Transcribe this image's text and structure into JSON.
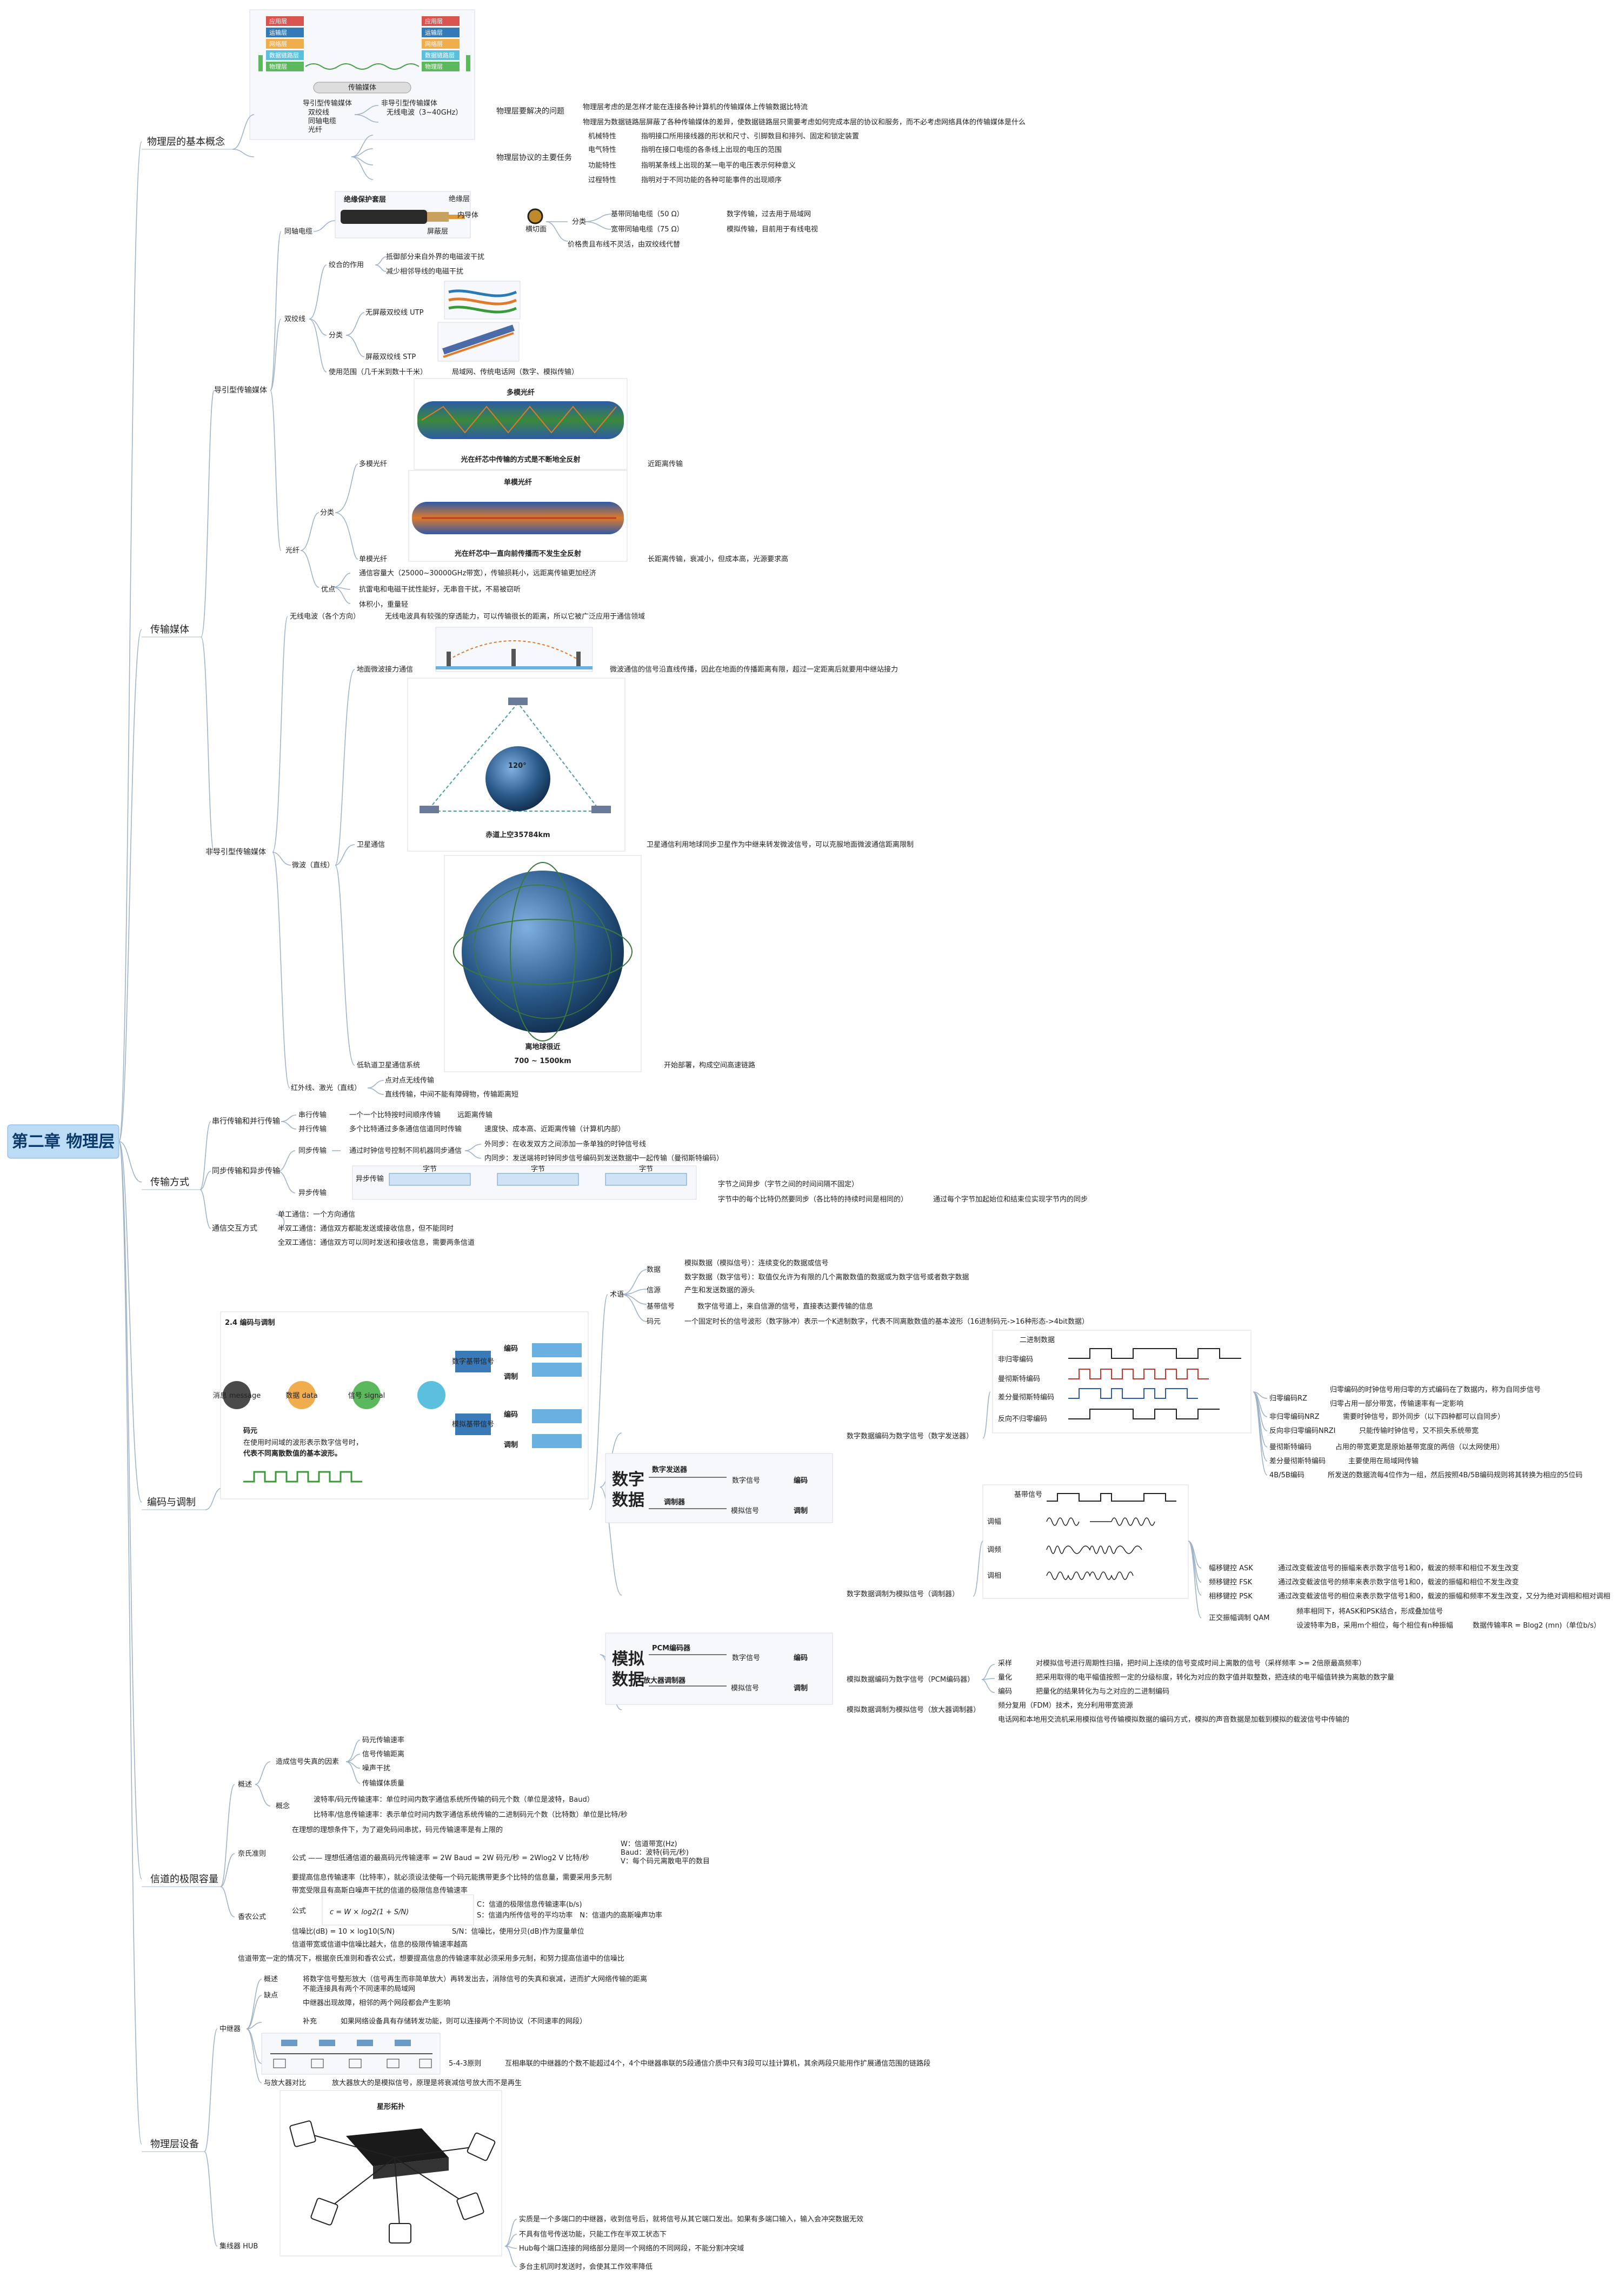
{
  "root": {
    "label": "第二章 物理层"
  },
  "branches": {
    "basic": {
      "label": "物理层的基本概念",
      "problem": {
        "label": "物理层要解决的问题",
        "items": [
          "物理层考虑的是怎样才能在连接各种计算机的传输媒体上传输数据比特流",
          "物理层为数据链路层屏蔽了各种传输媒体的差异，使数据链路层只需要考虑如何完成本层的协议和服务，而不必考虑网络具体的传输媒体是什么"
        ]
      },
      "tasks": {
        "label": "物理层协议的主要任务",
        "items": [
          {
            "k": "机械特性",
            "v": "指明接口所用接线器的形状和尺寸、引脚数目和排列、固定和锁定装置"
          },
          {
            "k": "电气特性",
            "v": "指明在接口电缆的各条线上出现的电压的范围"
          },
          {
            "k": "功能特性",
            "v": "指明某条线上出现的某一电平的电压表示何种意义"
          },
          {
            "k": "过程特性",
            "v": "指明对于不同功能的各种可能事件的出现顺序"
          }
        ]
      },
      "img": {
        "left": [
          "应用层",
          "运输层",
          "网络层",
          "数据链路层",
          "物理层"
        ],
        "right": [
          "应用层",
          "运输层",
          "网络层",
          "数据链路层",
          "物理层"
        ],
        "medium": "传输媒体",
        "legend": [
          "导引型传输媒体",
          "非导引型传输媒体",
          "双绞线",
          "同轴电缆",
          "光纤",
          "无线电波（3~40GHz）"
        ]
      }
    },
    "media": {
      "label": "传输媒体",
      "guided": {
        "label": "导引型传输媒体",
        "coax": {
          "label": "同轴电缆",
          "img_title": "绝缘保护套层",
          "img_labels": [
            "绝缘层",
            "内导体",
            "屏蔽层"
          ],
          "img_side": "横切面",
          "cls": "分类",
          "items": [
            {
              "k": "基带同轴电缆（50 Ω）",
              "v": "数字传输，过去用于局域网"
            },
            {
              "k": "宽带同轴电缆（75 Ω）",
              "v": "模拟传输，目前用于有线电视"
            }
          ],
          "note": "价格贵且布线不灵活，由双绞线代替"
        },
        "tp": {
          "label": "双绞线",
          "twist": "绞合的作用",
          "twist_items": [
            "抵御部分来自外界的电磁波干扰",
            "减少相邻导线的电磁干扰"
          ],
          "cls": "分类",
          "cls_items": [
            "无屏蔽双绞线 UTP",
            "屏蔽双绞线 STP"
          ],
          "use": "使用范围（几千米到数十千米）",
          "use_v": "局域网、传统电话网（数字、模拟传输）"
        },
        "fiber": {
          "label": "光纤",
          "cls": "分类",
          "multi": "多模光纤",
          "multi_v": "近距离传输",
          "multi_img": "多模光纤",
          "multi_cap": "光在纤芯中传输的方式是不断地全反射",
          "single": "单模光纤",
          "single_v": "长距离传输，衰减小，但成本高，光源要求高",
          "single_img": "单模光纤",
          "single_cap": "光在纤芯中一直向前传播而不发生全反射",
          "adv": "优点",
          "adv_items": [
            "通信容量大（25000~30000GHz带宽），传输损耗小，远距离传输更加经济",
            "抗雷电和电磁干扰性能好，无串音干扰，不易被窃听",
            "体积小，重量轻"
          ]
        }
      },
      "unguided": {
        "label": "非导引型传输媒体",
        "radio": "无线电波（各个方向）",
        "radio_v": "无线电波具有较强的穿透能力，可以传输很长的距离，所以它被广泛应用于通信领域",
        "micro": "微波（直线）",
        "ground": "地面微波接力通信",
        "ground_v": "微波通信的信号沿直线传播，因此在地面的传播距离有限，超过一定距离后就要用中继站接力",
        "sat": "卫星通信",
        "sat_v": "卫星通信利用地球同步卫星作为中继来转发微波信号，可以克服地面微波通信距离限制",
        "sat_img": "赤道上空35784km",
        "leo": "低轨道卫星通信系统",
        "leo_v": "开始部署，构成空间高速链路",
        "leo_img": [
          "离地球很近",
          "700 ~ 1500km"
        ],
        "ir": "红外线、激光（直线）",
        "ir_items": [
          "点对点无线传输",
          "直线传输，中间不能有障碍物，传输距离短"
        ]
      }
    },
    "mode": {
      "label": "传输方式",
      "sp": {
        "label": "串行传输和并行传输",
        "items": [
          {
            "k": "串行传输",
            "a": "一个一个比特按时间顺序传输",
            "b": "远距离传输"
          },
          {
            "k": "并行传输",
            "a": "多个比特通过多条通信信道同时传输",
            "b": "速度快、成本高、近距离传输（计算机内部）"
          }
        ]
      },
      "sync": {
        "label": "同步传输和异步传输",
        "s": "同步传输",
        "s_v": "通过时钟信号控制不同机器同步通信",
        "s_items": [
          "外同步：在收发双方之间添加一条单独的时钟信号线",
          "内同步：发送端将时钟同步信号编码到发送数据中一起传输（曼彻斯特编码）"
        ],
        "a": "异步传输",
        "a_items": [
          "字节之间异步（字节之间的时间间隔不固定）",
          "字节中的每个比特仍然要同步（各比特的持续时间是相同的）"
        ],
        "a_note": "通过每个字节加起始位和结束位实现字节内的同步",
        "a_img": [
          "异步传输",
          "字节",
          "字节",
          "字节"
        ]
      },
      "dir": {
        "label": "通信交互方式",
        "items": [
          "单工通信：一个方向通信",
          "半双工通信：通信双方都能发送或接收信息，但不能同时",
          "全双工通信：通信双方可以同时发送和接收信息，需要两条信道"
        ]
      }
    },
    "code": {
      "label": "编码与调制",
      "terms": {
        "label": "术语",
        "items": [
          {
            "k": "数据",
            "a": "模拟数据（模拟信号）：连续变化的数据或信号",
            "b": "数字数据（数字信号）：取值仅允许为有限的几个离散数值的数据或为数字信号或者数字数据"
          },
          {
            "k": "信源",
            "a": "产生和发送数据的源头"
          },
          {
            "k": "基带信号",
            "a": "数字信号道上，来自信源的信号，直接表达要传输的信息"
          },
          {
            "k": "码元",
            "a": "一个固定时长的信号波形（数字脉冲）表示一个K进制数字，代表不同离散数值的基本波形（16进制码元->16种形态->4bit数据）"
          }
        ]
      },
      "d2d": {
        "label": "数字数据编码为数字信号（数字发送器）",
        "wave": [
          "二进制数据",
          "非归零编码",
          "曼彻斯特编码",
          "差分曼彻斯特编码",
          "反向不归零编码"
        ],
        "items": [
          {
            "k": "归零编码RZ",
            "v": "归零编码的时钟信号用归零的方式编码在了数据内，称为自同步信号",
            "v2": "归零占用一部分带宽，传输速率有一定影响"
          },
          {
            "k": "非归零编码NRZ",
            "v": "需要时钟信号，即外同步（以下四种都可以自同步）"
          },
          {
            "k": "反向非归零编码NRZI",
            "v": "只能传输时钟信号，又不损失系统带宽"
          },
          {
            "k": "曼彻斯特编码",
            "v": "占用的带宽更宽是原始基带宽度的两倍（以太网使用）"
          },
          {
            "k": "差分曼彻斯特编码",
            "v": "主要使用在局域网传输"
          },
          {
            "k": "4B/5B编码",
            "v": "所发送的数据流每4位作为一组，然后按照4B/5B编码规则将其转换为相应的5位码"
          }
        ]
      },
      "d2a": {
        "label": "数字数据调制为模拟信号（调制器）",
        "items": [
          {
            "k": "幅移键控 ASK",
            "v": "通过改变载波信号的振幅来表示数字信号1和0，载波的频率和相位不发生改变"
          },
          {
            "k": "频移键控 FSK",
            "v": "通过改变载波信号的频率来表示数字信号1和0，载波的振幅和相位不发生改变"
          },
          {
            "k": "相移键控 PSK",
            "v": "通过改变载波信号的相位来表示数字信号1和0，载波的振幅和频率不发生改变，又分为绝对调相和相对调相"
          }
        ],
        "qam": "正交振幅调制 QAM",
        "qam_items": [
          "频率相同下，将ASK和PSK结合，形成叠加信号",
          "设波特率为B，采用m个相位，每个相位有n种振幅",
          "数据传输率R = Blog2 (mn)（单位b/s）"
        ],
        "wave": [
          "基带信号",
          "调幅",
          "调频",
          "调相"
        ]
      },
      "a2d": {
        "label": "模拟数据编码为数字信号（PCM编码器）",
        "items": [
          {
            "k": "采样",
            "v": "对模拟信号进行周期性扫描，把时间上连续的信号变成时间上离散的信号（采样频率 >= 2倍原最高频率）"
          },
          {
            "k": "量化",
            "v": "把采用取得的电平幅值按照一定的分级标度，转化为对应的数字值并取整数，把连续的电平幅值转换为离散的数字量"
          },
          {
            "k": "编码",
            "v": "把量化的结果转化为与之对应的二进制编码"
          }
        ]
      },
      "a2a": {
        "label": "模拟数据调制为模拟信号（放大器调制器）",
        "items": [
          "频分复用（FDM）技术，充分利用带宽资源",
          "电话网和本地用交流机采用模拟信号传输模拟数据的编码方式，模拟的声音数据是加载到模拟的载波信号中传输的"
        ]
      },
      "img_main": {
        "title": "2.4 编码与调制",
        "nodes": [
          "消息 message",
          "数据 data",
          "信号 signal",
          "数字基带信号",
          "模拟基带信号"
        ],
        "tags": [
          "编码",
          "调制",
          "编码",
          "调制"
        ],
        "note1": "码元",
        "note2": "在使用时间域的波形表示数字信号时，",
        "note3": "代表不同离散数值的基本波形。"
      },
      "box_dig": {
        "a": "数字发送器",
        "b": "调制器",
        "left": [
          "数字",
          "数据"
        ],
        "o1": "数字信号",
        "o2": "模拟信号",
        "t1": "编码",
        "t2": "调制"
      },
      "box_ana": {
        "a": "PCM编码器",
        "b": "放大器调制器",
        "left": [
          "模拟",
          "数据"
        ],
        "o1": "数字信号",
        "o2": "模拟信号",
        "t1": "编码",
        "t2": "调制"
      }
    },
    "limit": {
      "label": "信道的极限容量",
      "concept": {
        "label": "概述",
        "factor": "造成信号失真的因素",
        "factor_items": [
          "码元传输速率",
          "信号传输距离",
          "噪声干扰",
          "传输媒体质量"
        ],
        "c": "概念",
        "c_items": [
          "波特率/码元传输速率：单位时间内数字通信系统所传输的码元个数（单位是波特，Baud）",
          "比特率/信息传输速率：表示单位时间内数字通信系统传输的二进制码元个数（比特数）单位是比特/秒"
        ]
      },
      "nyq": {
        "label": "奈氏准则",
        "items": [
          "在理想的理想条件下，为了避免码间串扰，码元传输速率是有上限的",
          "公式 —— 理想低通信道的最高码元传输速率 = 2W Baud = 2W 码元/秒 = 2Wlog2 V 比特/秒",
          "要提高信息传输速率（比特率），就必须设法使每一个码元能携带更多个比特的信息量，需要采用多元制"
        ],
        "vars": [
          "W：信道带宽(Hz)",
          "Baud：波特(码元/秒)",
          "V：每个码元离散电平的数目"
        ]
      },
      "sha": {
        "label": "香农公式",
        "items": [
          "带宽受限且有高斯白噪声干扰的信道的极限信息传输速率",
          "公式",
          "信噪比(dB) = 10 × log10(S/N)",
          "S/N：信噪比，使用分贝(dB)作为度量单位",
          "信道带宽或信道中信噪比越大，信息的极限传输速率越高"
        ],
        "formula": "c = W × log2(1 + S/N)",
        "vars": [
          "C：信道的极限信息传输速率(b/s)",
          "S：信道内所传信号的平均功率　N：信道内的高斯噪声功率"
        ],
        "note": "信道带宽一定的情况下，根据奈氏准则和香农公式，想要提高信息的传输速率就必须采用多元制，和努力提高信道中的信噪比"
      }
    },
    "dev": {
      "label": "物理层设备",
      "rep": {
        "label": "中继器",
        "concept": "概述",
        "concept_v": "将数字信号整形放大（信号再生而非简单放大）再转发出去，消除信号的失真和衰减，进而扩大网络传输的距离",
        "cons": "缺点",
        "cons_items": [
          "不能连接具有两个不同速率的局域网",
          "中继器出现故障，相邻的两个网段都会产生影响"
        ],
        "add": "补充",
        "add_v": "如果网络设备具有存储转发功能，则可以连接两个不同协议（不同速率的网段）",
        "rule": "5-4-3原则",
        "rule_v": "互相串联的中继器的个数不能超过4个，4个中继器串联的5段通信介质中只有3段可以挂计算机，其余两段只能用作扩展通信范围的链路段",
        "amp": "与放大器对比",
        "amp_v": "放大器放大的是模拟信号，原理是将衰减信号放大而不是再生"
      },
      "hub": {
        "label": "集线器 HUB",
        "img": "星形拓扑",
        "items": [
          "实质是一个多端口的中继器，收到信号后，就将信号从其它端口发出。如果有多端口输入，输入会冲突数据无效",
          "不具有信号传送功能，只能工作在半双工状态下",
          "Hub每个端口连接的网络部分是同一个网络的不同网段，不能分割冲突域",
          "多台主机同时发送时，会使其工作效率降低"
        ]
      }
    }
  }
}
